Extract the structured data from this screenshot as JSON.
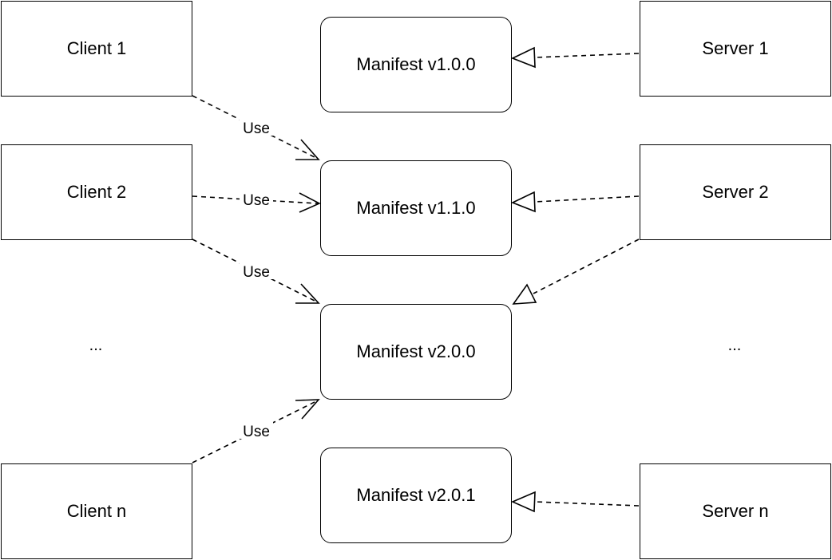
{
  "clients": {
    "c1": "Client 1",
    "c2": "Client 2",
    "ellipsis": "...",
    "cn": "Client n"
  },
  "manifests": {
    "m100": "Manifest v1.0.0",
    "m110": "Manifest v1.1.0",
    "m200": "Manifest v2.0.0",
    "m201": "Manifest v2.0.1"
  },
  "servers": {
    "s1": "Server 1",
    "s2": "Server 2",
    "ellipsis": "...",
    "sn": "Server n"
  },
  "edges": {
    "use_label": "Use"
  }
}
